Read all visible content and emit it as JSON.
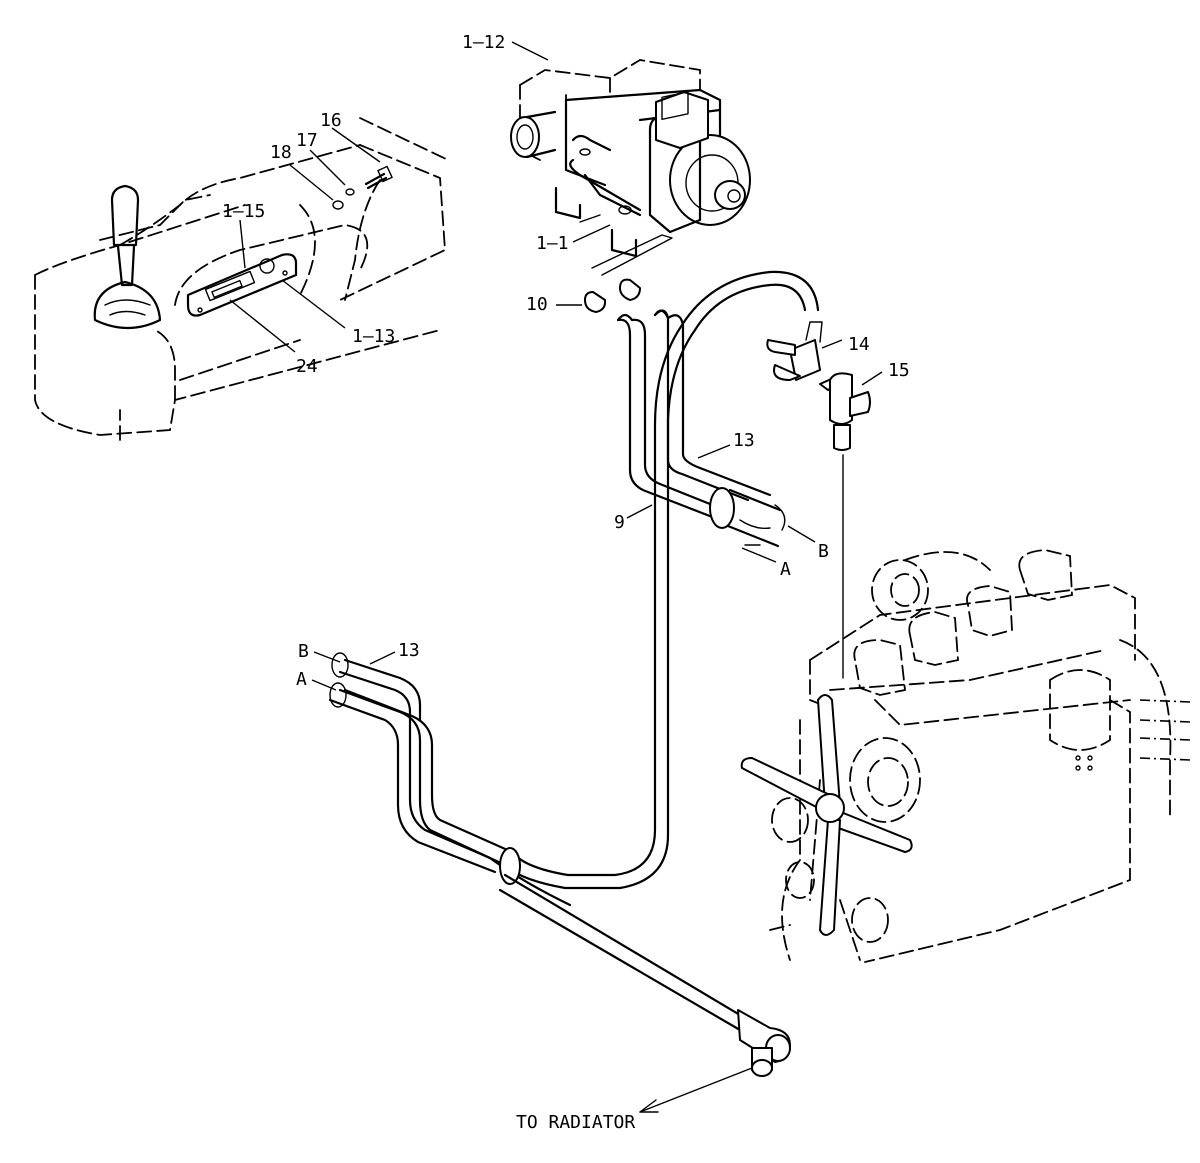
{
  "labels": {
    "p1_12": "1–12",
    "p16": "16",
    "p17": "17",
    "p18": "18",
    "p1_15": "1–15",
    "p1_1": "1–1",
    "p10": "10",
    "p1_13": "1–13",
    "p24": "24",
    "p14": "14",
    "p15": "15",
    "p13_upper": "13",
    "p9": "9",
    "pB_upper": "B",
    "pA_upper": "A",
    "pB_lower": "B",
    "pA_lower": "A",
    "p13_lower": "13",
    "to_radiator": "TO RADIATOR"
  }
}
